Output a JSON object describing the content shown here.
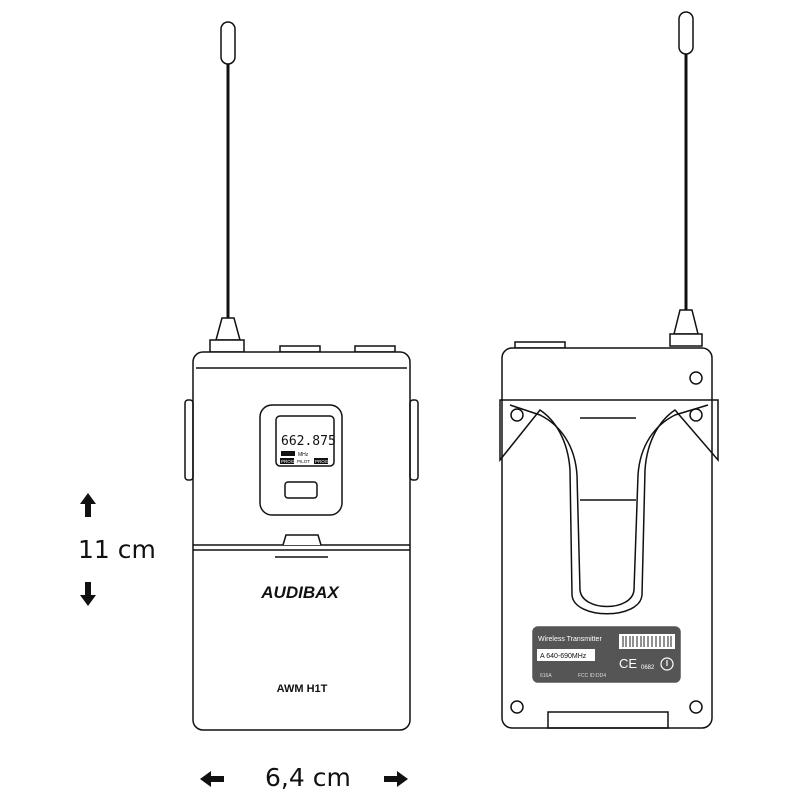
{
  "front": {
    "lcd_frequency": "662.875",
    "lcd_unit": "MHz",
    "lcd_labels": [
      "PROG",
      "PILOT",
      "PROG"
    ],
    "brand_logo": "AUDIBAX",
    "model": "AWM H1T"
  },
  "back": {
    "label_title": "Wireless Transmitter",
    "band": "A  640-690MHz",
    "code": "616A",
    "fcc": "FCC ID:DD4",
    "ce": "CE",
    "notified_body": "0682"
  },
  "dimensions": {
    "height": "11 cm",
    "width": "6,4 cm"
  }
}
